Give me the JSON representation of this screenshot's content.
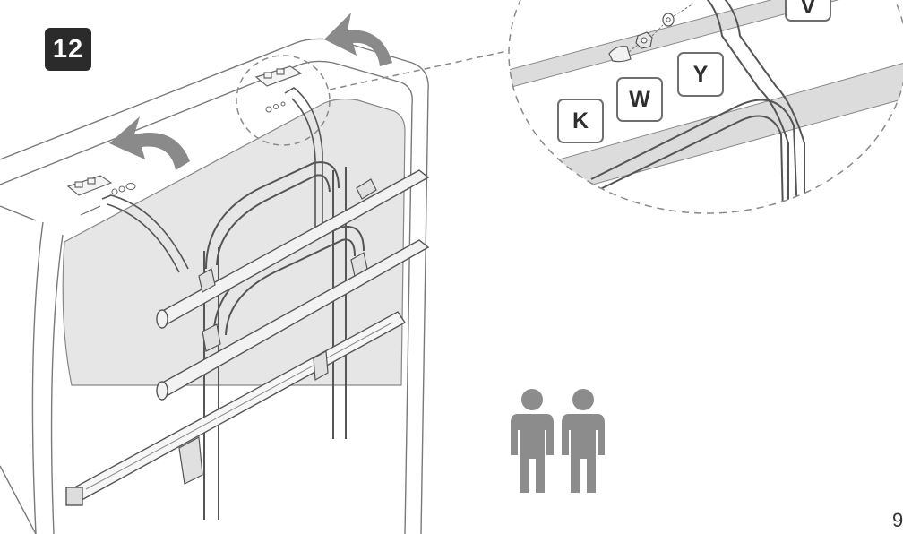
{
  "step": {
    "number": "12"
  },
  "part_labels": {
    "k": "K",
    "w": "W",
    "y": "Y",
    "v": "V"
  },
  "people_icon": {
    "name": "two-person-icon",
    "count": 2
  },
  "page": {
    "number": "9"
  },
  "colors": {
    "outline": "#6a6a6a",
    "window": "#e6e6e6",
    "arrow": "#8a8a8a",
    "badge": "#2b2b2b",
    "person": "#8c8c8c"
  }
}
